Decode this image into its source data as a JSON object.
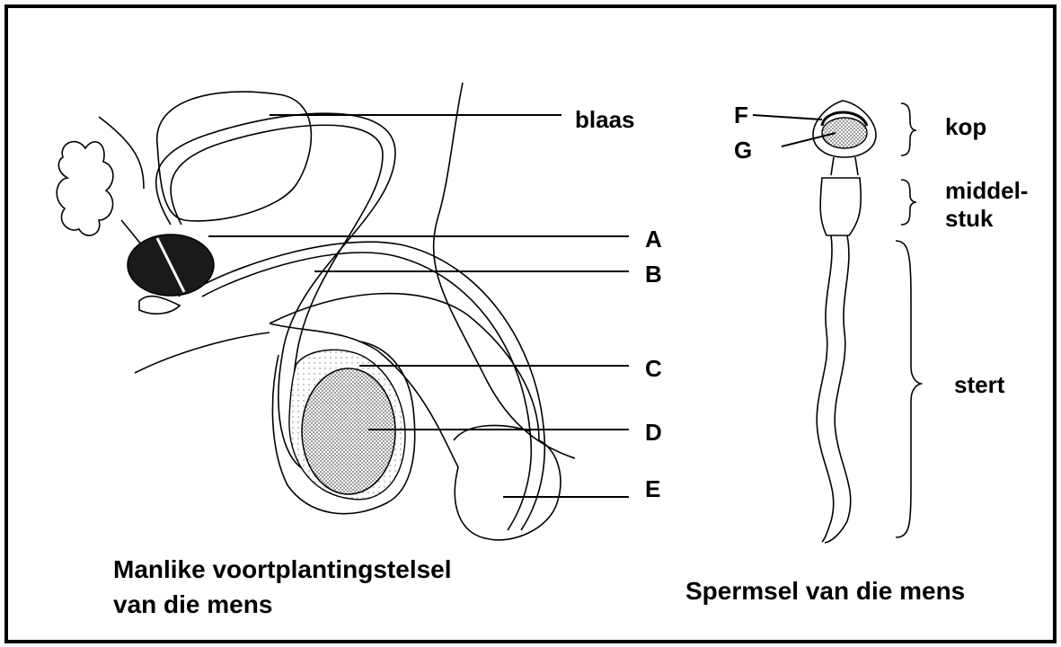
{
  "left_diagram": {
    "labels": {
      "blaas": "blaas",
      "A": "A",
      "B": "B",
      "C": "C",
      "D": "D",
      "E": "E"
    },
    "caption_line1": "Manlike voortplantingstelsel",
    "caption_line2": "van die mens"
  },
  "right_diagram": {
    "labels": {
      "F": "F",
      "G": "G",
      "kop": "kop",
      "middelstuk_line1": "middel-",
      "middelstuk_line2": "stuk",
      "stert": "stert"
    },
    "caption": "Spermsel van die mens"
  },
  "colors": {
    "line": "#000000",
    "dark_fill": "#1a1a1a",
    "stipple": "#666666"
  }
}
